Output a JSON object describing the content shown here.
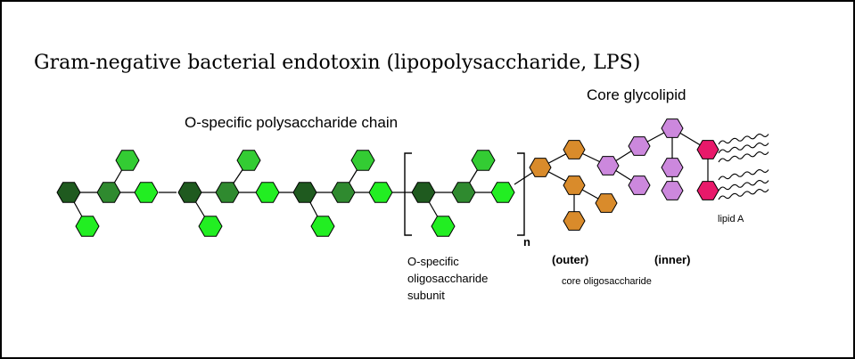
{
  "title": "Gram-negative bacterial endotoxin (lipopolysaccharide, LPS)",
  "labels": {
    "o_chain": "O-specific polysaccharide chain",
    "core_glycolipid": "Core glycolipid",
    "subunit_line1": "O-specific",
    "subunit_line2": "oligosaccharide",
    "subunit_line3": "subunit",
    "repeat_n": "n",
    "outer": "(outer)",
    "inner": "(inner)",
    "core_oligo": "core oligosaccharide",
    "lipid_a": "lipid A"
  },
  "colors": {
    "dark_green": "#1f5a1f",
    "medium_green": "#2f8a2f",
    "bright_green": "#22ee22",
    "light_green": "#33cc33",
    "orange": "#d98b2b",
    "violet": "#cc88dd",
    "magenta": "#e8196a",
    "outline": "#000000"
  }
}
